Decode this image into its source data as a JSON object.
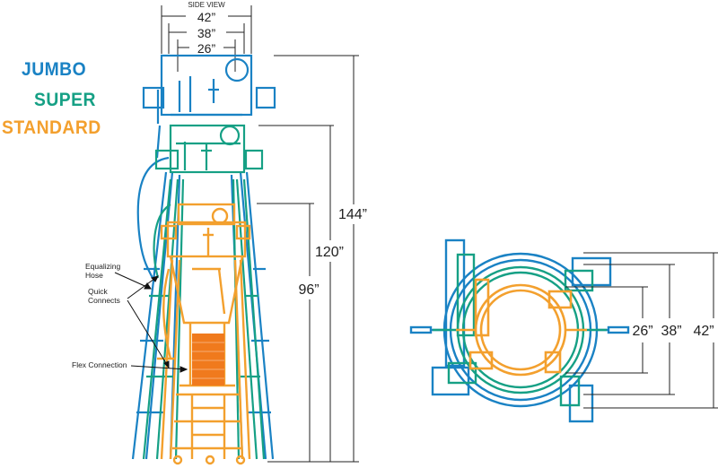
{
  "colors": {
    "jumbo": "#1a82c4",
    "super": "#16a085",
    "standard": "#f3a02e",
    "dimension": "#222222",
    "flex": "#f07a1d"
  },
  "legend": {
    "jumbo": "JUMBO",
    "super": "SUPER",
    "standard": "STANDARD"
  },
  "side_view": {
    "title": "SIDE VIEW",
    "widths": [
      "42”",
      "38”",
      "26”"
    ],
    "heights": [
      "144”",
      "120”",
      "96”"
    ]
  },
  "callouts": {
    "equalizing_hose": [
      "Equalizing",
      "Hose"
    ],
    "quick_connects": [
      "Quick",
      "Connects"
    ],
    "flex_connection": "Flex Connection"
  },
  "top_view": {
    "diameters": [
      "26”",
      "38”",
      "42”"
    ]
  }
}
